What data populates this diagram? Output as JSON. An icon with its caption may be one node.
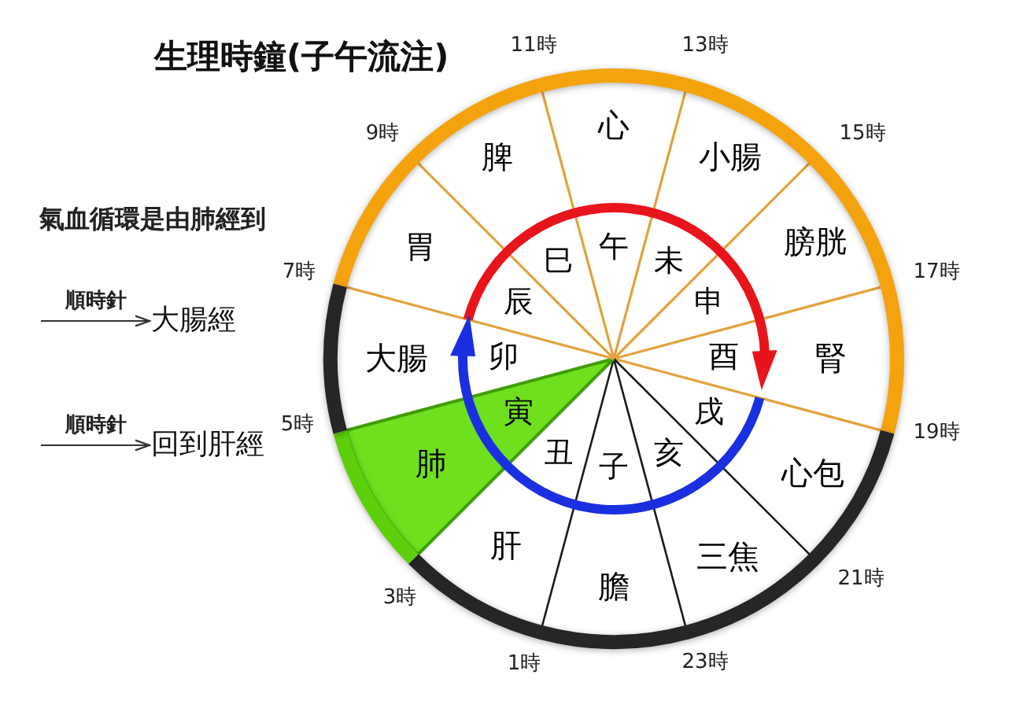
{
  "diagram": {
    "title": "生理時鐘(子午流注)",
    "nodes": [
      {
        "text": [
          "大腸經"
        ]
      },
      {
        "text": [
          "回到肝經"
        ]
      }
    ],
    "edges": [
      {
        "from": null,
        "to": 0,
        "arrow": "to",
        "label": "順時針"
      },
      {
        "from": null,
        "to": 1,
        "arrow": "to",
        "label": "順時針"
      }
    ],
    "labels": [
      "11時",
      "13時",
      "心",
      "9時",
      "15時",
      "脾",
      "小腸",
      "氣血循環是由肺經到",
      "胃",
      "午",
      "膀胱",
      "7時",
      "巳",
      "未",
      "17時",
      "辰",
      "申",
      "大腸",
      "卯",
      "酉",
      "腎",
      "5時",
      "寅",
      "戌",
      "19時",
      "肺",
      "丑",
      "子",
      "亥",
      "心包",
      "肝",
      "三焦",
      "膽",
      "3時",
      "21時",
      "1時",
      "23時"
    ]
  }
}
